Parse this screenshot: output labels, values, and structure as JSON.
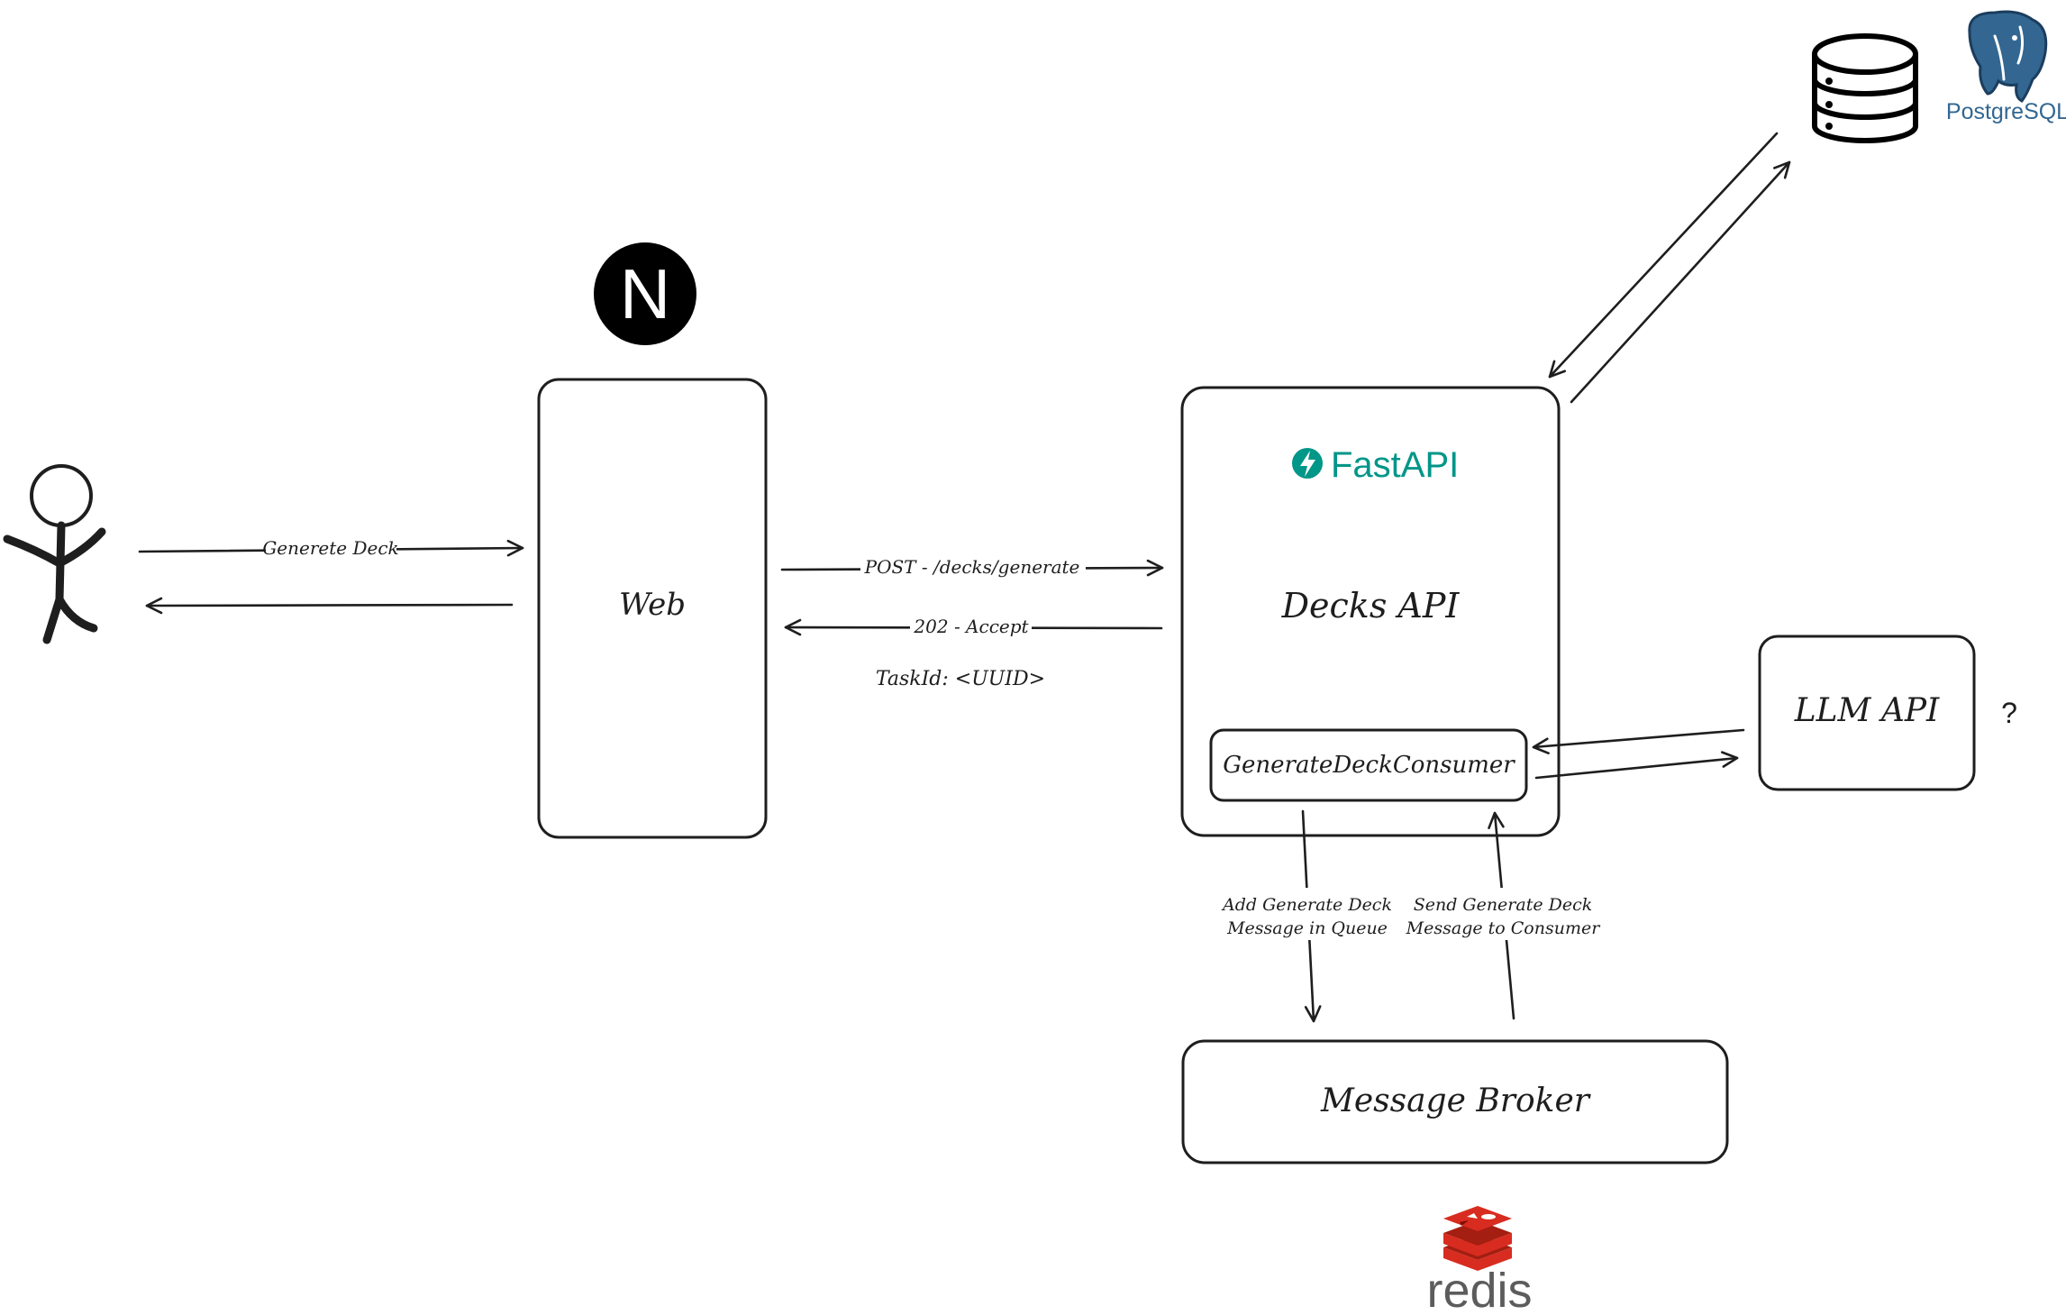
{
  "nodes": {
    "web": "Web",
    "decks_api": "Decks API",
    "consumer": "GenerateDeckConsumer",
    "llm_api": "LLM API",
    "llm_question": "?",
    "message_broker": "Message Broker"
  },
  "logos": {
    "nextjs": {
      "icon": "nextjs-logo",
      "letter": "N"
    },
    "fastapi": {
      "text": "FastAPI",
      "color": "#009688"
    },
    "postgres": {
      "text": "PostgreSQL",
      "color": "#336791"
    },
    "redis": {
      "text": "redis",
      "color": "#d82c20"
    }
  },
  "edges": {
    "user_to_web": "Generete Deck",
    "web_to_api": "POST - /decks/generate",
    "api_to_web": "202 - Accept",
    "task_id": "TaskId: <UUID>",
    "add_queue_line1": "Add Generate Deck",
    "add_queue_line2": "Message in Queue",
    "send_consumer_line1": "Send Generate Deck",
    "send_consumer_line2": "Message to Consumer"
  }
}
